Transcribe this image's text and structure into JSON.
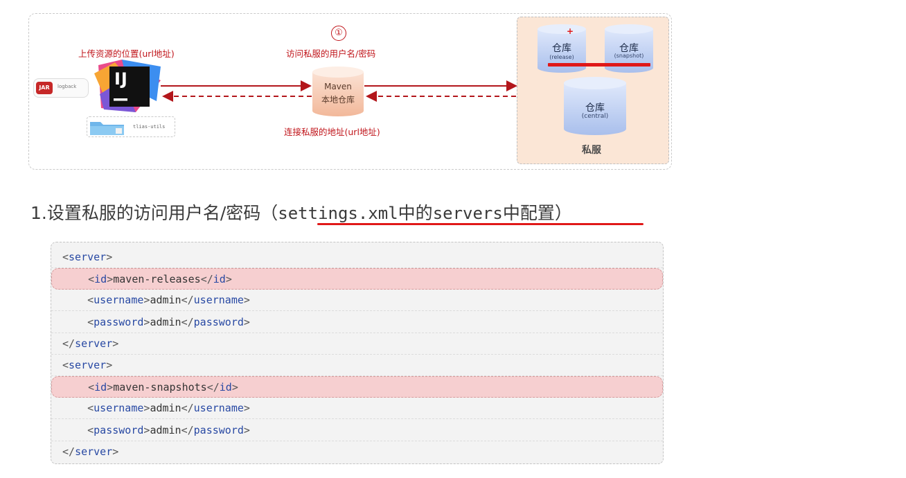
{
  "diagram": {
    "step_marker": "①",
    "upload_location_label": "上传资源的位置(url地址)",
    "access_credentials_label": "访问私服的用户名/密码",
    "connect_address_label": "连接私服的地址(url地址)",
    "jar_badge": "JAR",
    "jar_name": "logback",
    "folder_name": "tlias-utils",
    "ide_logo_text": "IJ",
    "local_repo": {
      "line1": "Maven",
      "line2": "本地仓库"
    },
    "private_server": {
      "title": "私服",
      "repos": [
        {
          "name": "仓库",
          "sub": "(release)"
        },
        {
          "name": "仓库",
          "sub": "(snapshot)"
        },
        {
          "name": "仓库",
          "sub": "(central)"
        }
      ],
      "plus_mark": "+"
    },
    "colors": {
      "accent_red": "#c0141a",
      "panel_bg": "#fbe6d6",
      "cylinder": "#b5c7ee"
    }
  },
  "heading": {
    "prefix": "1.设置私服的访问用户名/密码（",
    "mono_part": "settings.xml",
    "mid": "中的",
    "mono_part2": "servers",
    "suffix": "中配置）"
  },
  "code": {
    "lines": [
      {
        "indent": "",
        "open": "server",
        "value": "",
        "close": ""
      },
      {
        "indent": "    ",
        "open": "id",
        "value": "maven-releases",
        "close": "id"
      },
      {
        "indent": "    ",
        "open": "username",
        "value": "admin",
        "close": "username"
      },
      {
        "indent": "    ",
        "open": "password",
        "value": "admin",
        "close": "password"
      },
      {
        "indent": "",
        "open": "",
        "value": "",
        "close": "server"
      },
      {
        "indent": "",
        "open": "server",
        "value": "",
        "close": ""
      },
      {
        "indent": "    ",
        "open": "id",
        "value": "maven-snapshots",
        "close": "id"
      },
      {
        "indent": "    ",
        "open": "username",
        "value": "admin",
        "close": "username"
      },
      {
        "indent": "    ",
        "open": "password",
        "value": "admin",
        "close": "password"
      },
      {
        "indent": "",
        "open": "",
        "value": "",
        "close": "server"
      }
    ],
    "highlighted_lines": [
      1,
      6
    ]
  }
}
